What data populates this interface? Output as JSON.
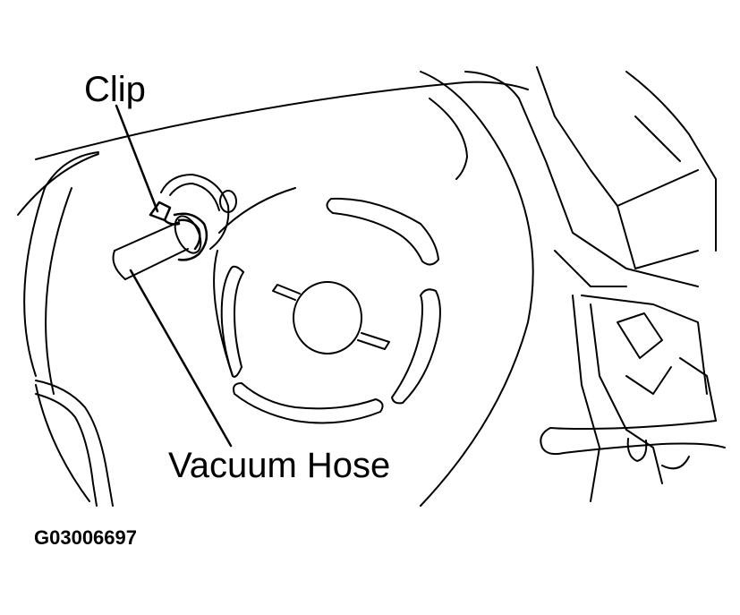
{
  "labels": {
    "clip": "Clip",
    "vacuum_hose": "Vacuum Hose",
    "figure_code": "G03006697"
  },
  "colors": {
    "ink": "#000000",
    "paper": "#ffffff"
  }
}
